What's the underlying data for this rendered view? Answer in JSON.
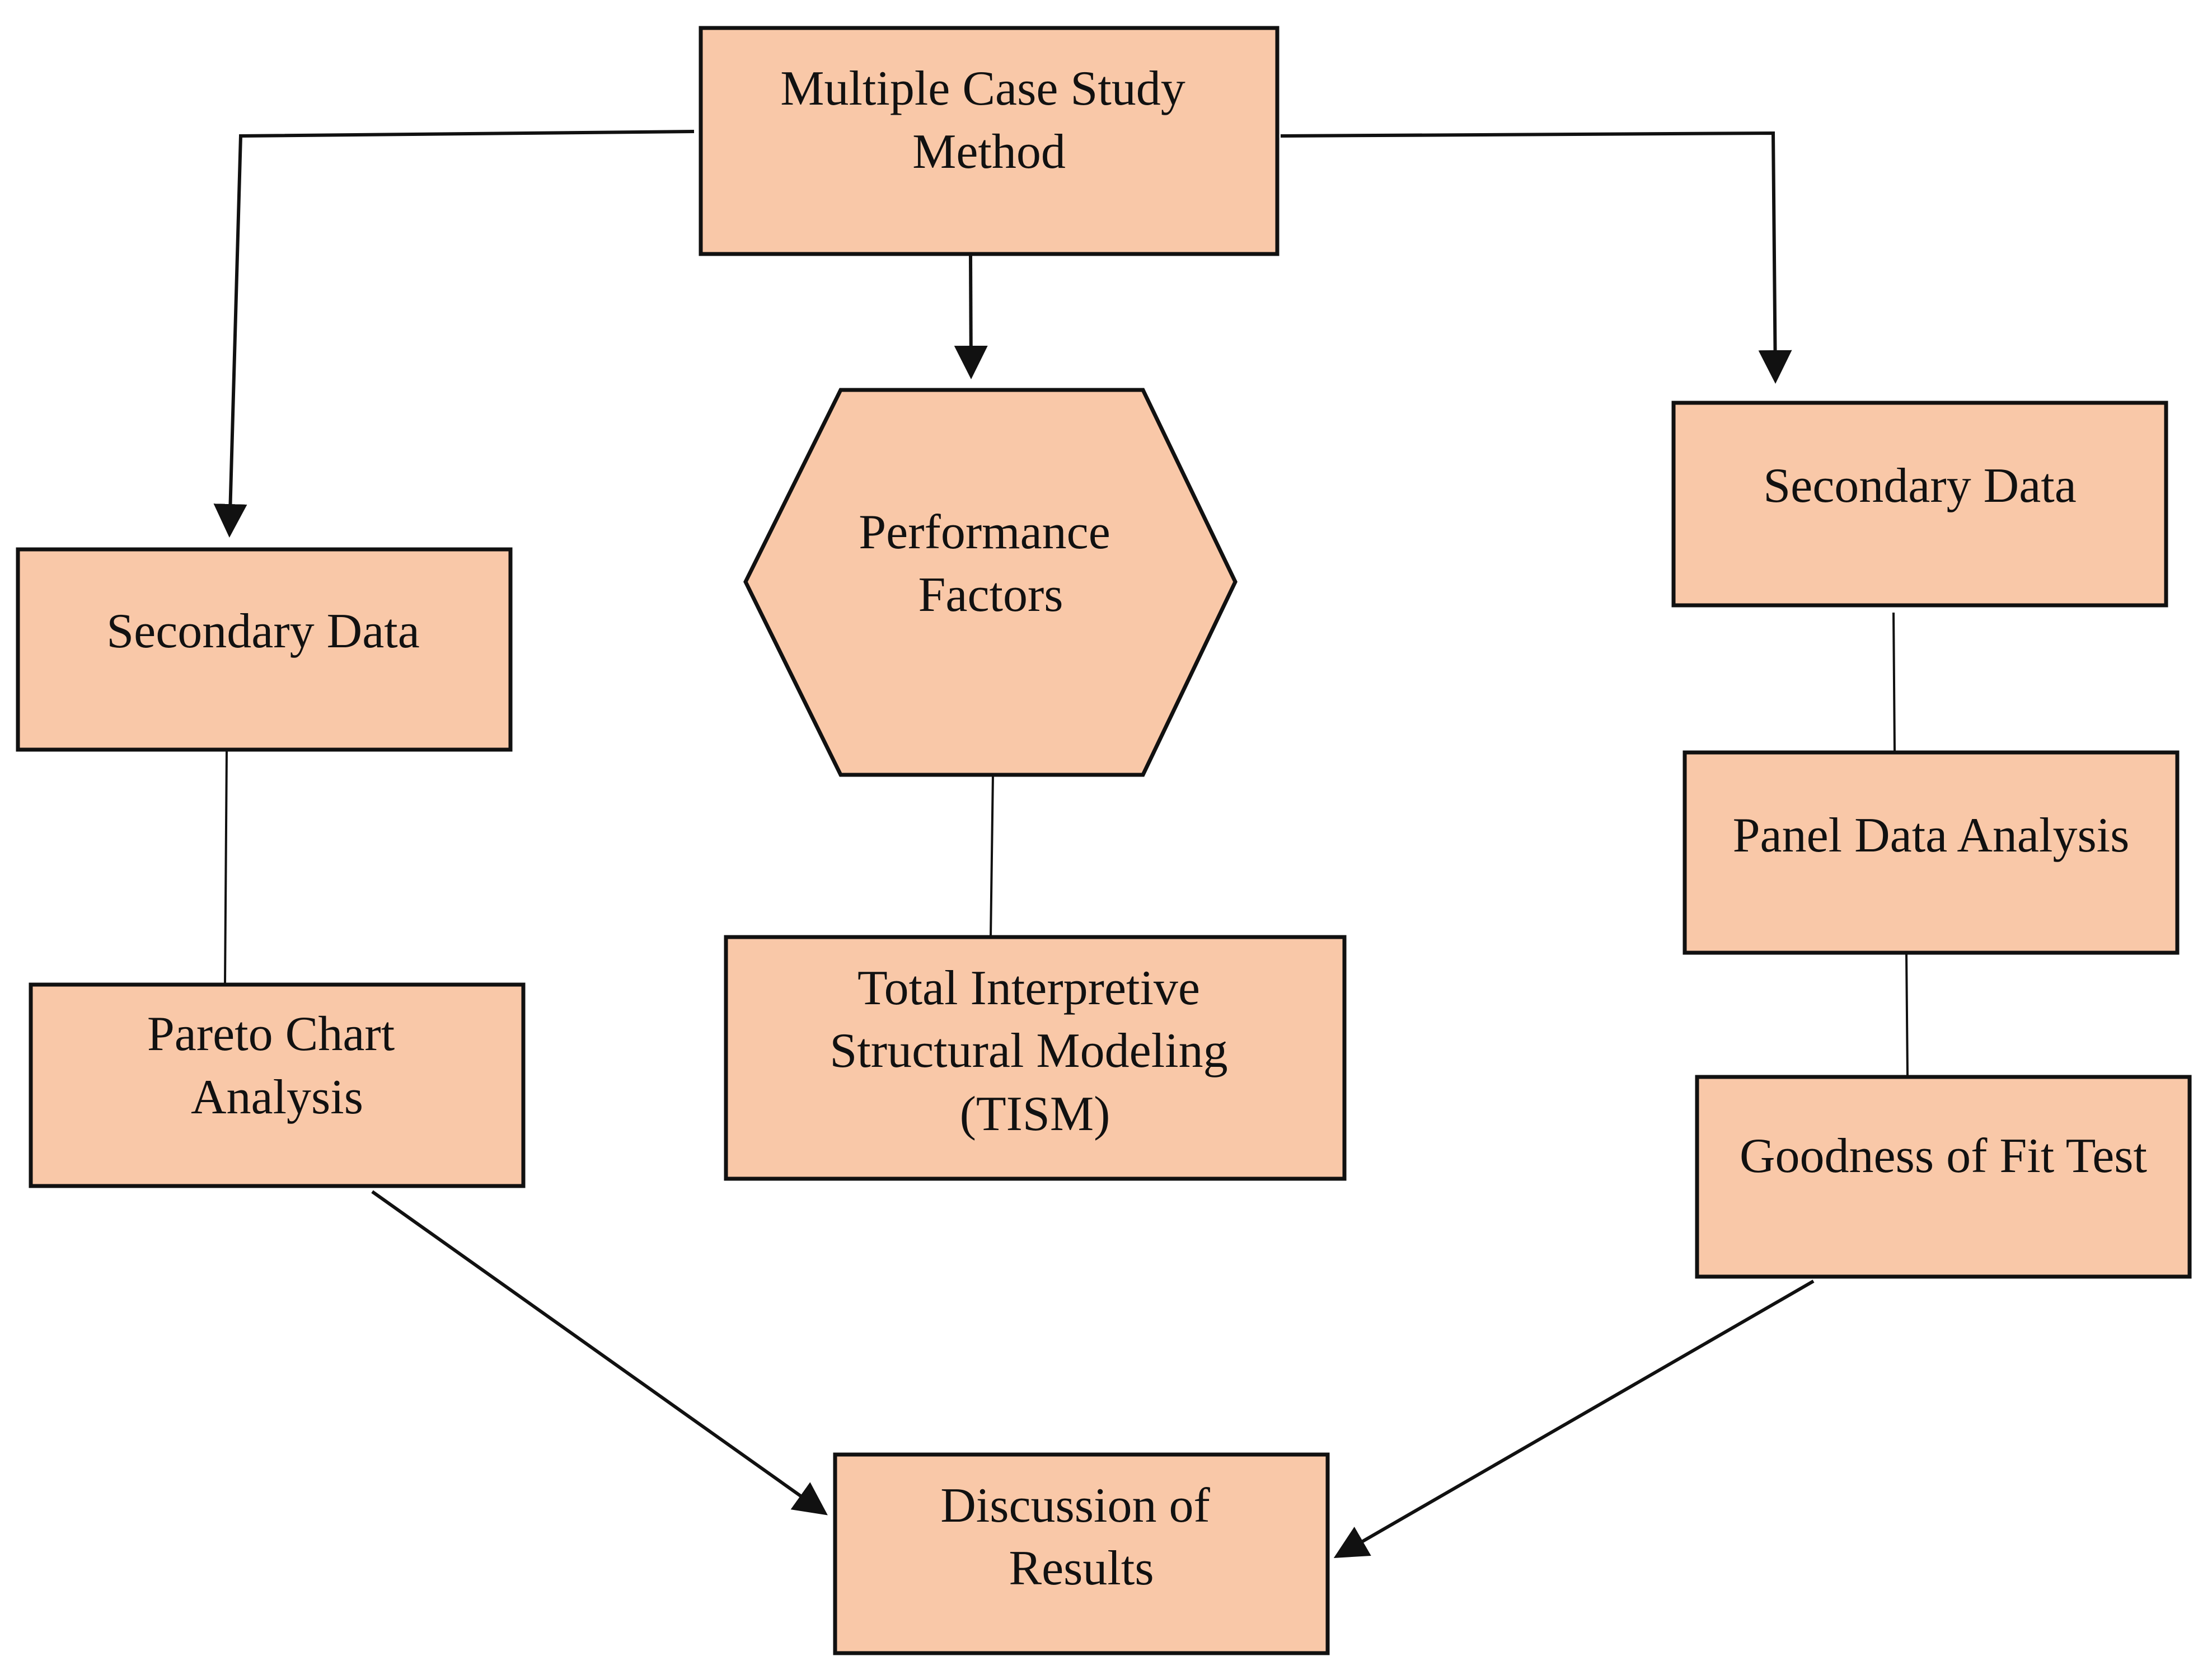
{
  "diagram": {
    "nodes": {
      "multiple_case_study": {
        "lines": [
          "Multiple Case Study",
          "Method"
        ]
      },
      "secondary_data_left": {
        "lines": [
          "Secondary Data"
        ]
      },
      "performance_factors": {
        "lines": [
          "Performance",
          "Factors"
        ]
      },
      "secondary_data_right": {
        "lines": [
          "Secondary Data"
        ]
      },
      "pareto_chart": {
        "lines": [
          "Pareto Chart",
          "Analysis"
        ]
      },
      "tism": {
        "lines": [
          "Total Interpretive",
          "Structural Modeling",
          "(TISM)"
        ]
      },
      "panel_data": {
        "lines": [
          "Panel Data Analysis"
        ]
      },
      "goodness_of_fit": {
        "lines": [
          "Goodness of Fit Test"
        ]
      },
      "discussion": {
        "lines": [
          "Discussion of",
          "Results"
        ]
      }
    },
    "edges": [
      {
        "from": "multiple_case_study",
        "to": "secondary_data_left",
        "arrow": true
      },
      {
        "from": "multiple_case_study",
        "to": "performance_factors",
        "arrow": true
      },
      {
        "from": "multiple_case_study",
        "to": "secondary_data_right",
        "arrow": true
      },
      {
        "from": "secondary_data_left",
        "to": "pareto_chart",
        "arrow": false
      },
      {
        "from": "performance_factors",
        "to": "tism",
        "arrow": false
      },
      {
        "from": "secondary_data_right",
        "to": "panel_data",
        "arrow": false
      },
      {
        "from": "panel_data",
        "to": "goodness_of_fit",
        "arrow": false
      },
      {
        "from": "pareto_chart",
        "to": "discussion",
        "arrow": true
      },
      {
        "from": "goodness_of_fit",
        "to": "discussion",
        "arrow": true
      }
    ]
  },
  "colors": {
    "node_fill": "#f9c8a8",
    "node_stroke": "#111111",
    "edge_stroke": "#111111",
    "text": "#111111"
  }
}
